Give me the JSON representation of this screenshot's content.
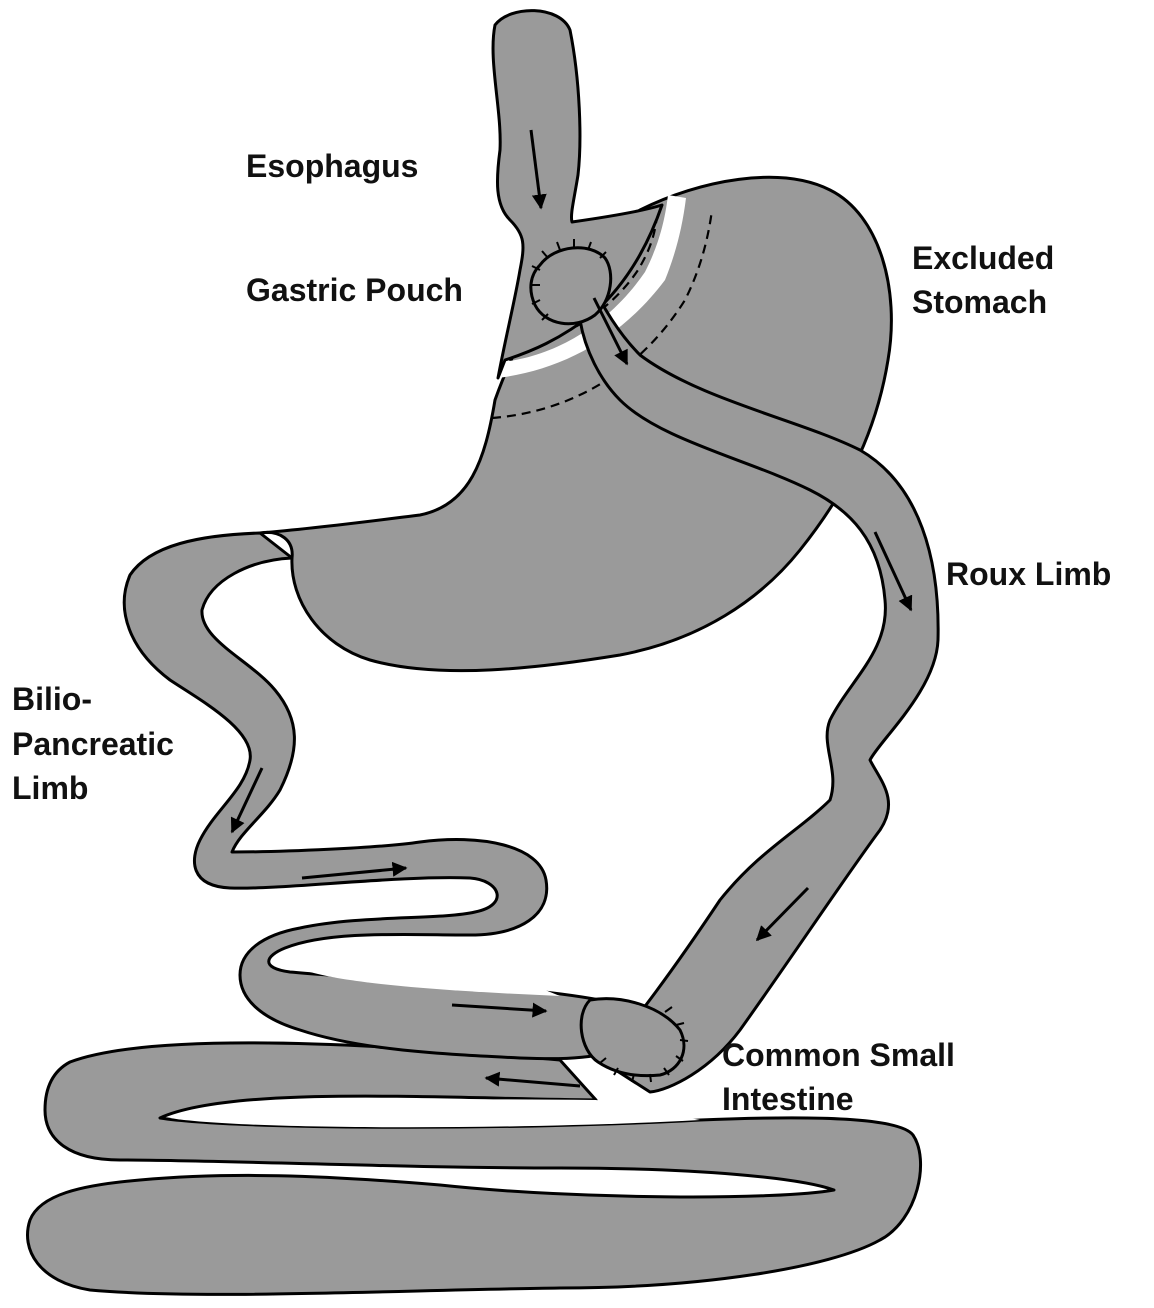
{
  "labels": {
    "esophagus": "Esophagus",
    "gastric_pouch": "Gastric Pouch",
    "excluded_stomach_line1": "Excluded",
    "excluded_stomach_line2": "Stomach",
    "roux_limb": "Roux Limb",
    "bilio_line1": "Bilio-",
    "bilio_line2": "Pancreatic",
    "bilio_line3": "Limb",
    "common_line1": "Common Small",
    "common_line2": "Intestine"
  },
  "colors": {
    "tissue": "#9a9a9a",
    "outline": "#000000",
    "background": "#ffffff"
  }
}
